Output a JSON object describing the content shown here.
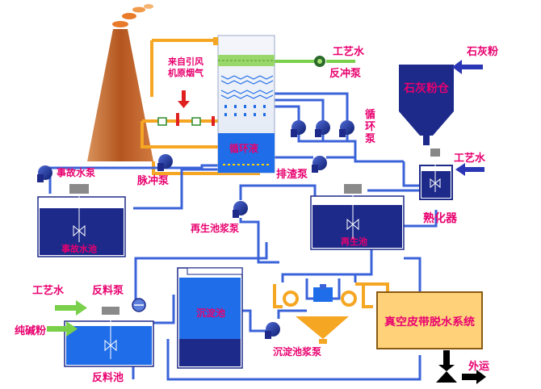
{
  "colors": {
    "pipe_blue": "#3b63d9",
    "pipe_orange": "#f5a623",
    "pipe_green": "#7ad04a",
    "label_red": "#e8006f",
    "label_blue": "#1a2fb5",
    "tank_dark": "#1d2a8a",
    "tank_light": "#1f6de8",
    "filter_box": "#ffd27a",
    "chimney": "#c86a2c"
  },
  "labels": {
    "flue_gas": "来自引风机原烟气",
    "process_water_top": "工艺水",
    "backwash_pump": "反冲泵",
    "lime_powder": "石灰粉",
    "lime_silo": "石灰粉仓",
    "circulation_pump": "循环泵",
    "circulating_liquid": "循环液",
    "drain_pump": "事故水泵",
    "pulse_pump": "脉冲泵",
    "slag_pump": "排渣泵",
    "process_water_right": "工艺水",
    "slaker": "熟化器",
    "drain_tank": "事故水池",
    "regen_slurry_pump": "再生池浆泵",
    "regen_tank": "再生池",
    "process_water_left": "工艺水",
    "soda_ash": "纯碱粉",
    "feed_pump": "反料泵",
    "settling_tank": "沉淀池",
    "vacuum_belt": "真空皮带脱水系统",
    "settling_slurry_pump": "沉淀池浆泵",
    "feed_tank": "反料池",
    "transport_out": "外运"
  }
}
